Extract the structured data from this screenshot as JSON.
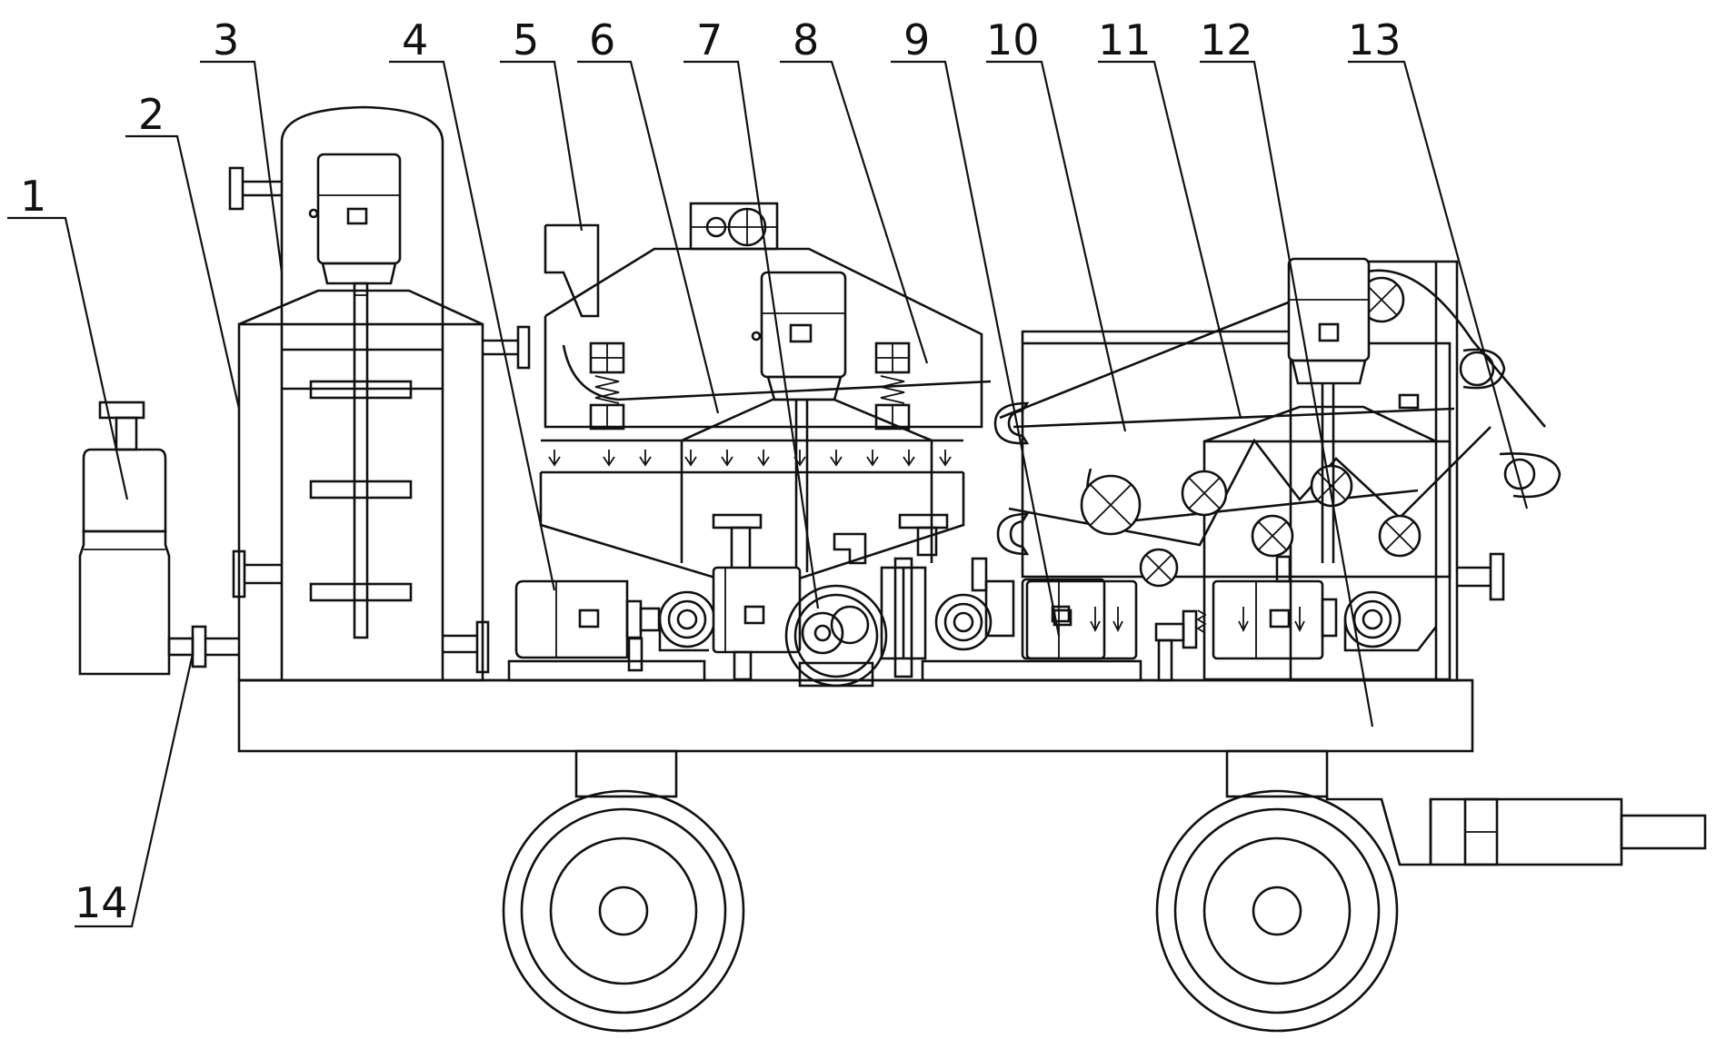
{
  "labels": [
    "1",
    "2",
    "3",
    "4",
    "5",
    "6",
    "7",
    "8",
    "9",
    "10",
    "11",
    "12",
    "13",
    "14"
  ],
  "colors": {
    "line": "#111111",
    "background": "#ffffff"
  }
}
